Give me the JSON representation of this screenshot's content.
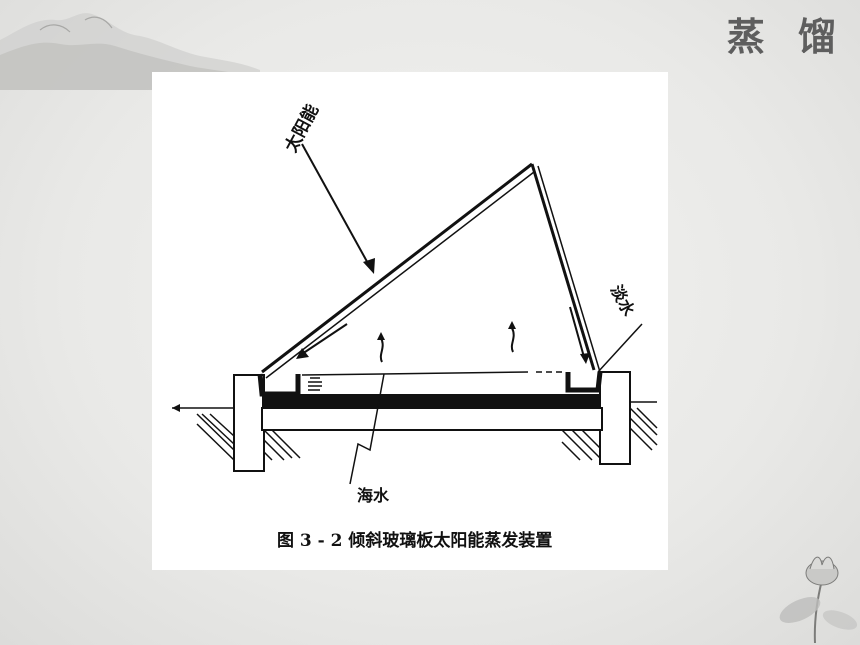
{
  "slide": {
    "title": "蒸 馏"
  },
  "figure": {
    "labels": {
      "solar": "太阳能",
      "fresh_water": "淡水",
      "seawater": "海水"
    },
    "caption": "图 3 - 2   倾斜玻璃板太阳能蒸发装置"
  }
}
